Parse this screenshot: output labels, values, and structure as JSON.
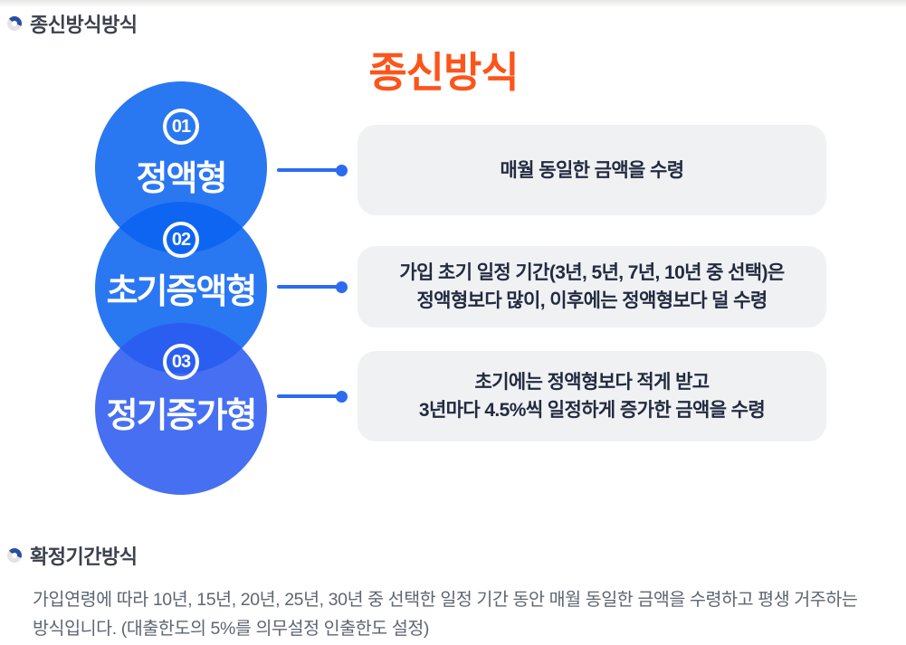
{
  "sections": {
    "lifetime": {
      "heading": "종신방식방식"
    },
    "fixed_term": {
      "heading": "확정기간방식",
      "body_line1": "가입연령에 따라 10년, 15년, 20년, 25년, 30년 중 선택한 일정 기간 동안 매월 동일한 금액을 수령하고 평생 거주하는",
      "body_line2": "방식입니다. (대출한도의 5%를 의무설정 인출한도 설정)"
    }
  },
  "diagram": {
    "title": "종신방식",
    "items": [
      {
        "number": "01",
        "label": "정액형",
        "desc1": "매월 동일한 금액을 수령"
      },
      {
        "number": "02",
        "label": "초기증액형",
        "desc1": "가입 초기 일정 기간(3년, 5년, 7년, 10년 중 선택)은",
        "desc2": "정액형보다 많이, 이후에는 정액형보다 덜 수령"
      },
      {
        "number": "03",
        "label": "정기증가형",
        "desc1": "초기에는 정액형보다 적게 받고",
        "desc2": "3년마다 4.5%씩 일정하게 증가한 금액을 수령"
      }
    ]
  },
  "colors": {
    "title_orange": "#fb551c",
    "circle_blue": "#2e78f5",
    "circle_blue_alt": "#4672f2",
    "overlap_blue": "#2257e2",
    "connector_blue": "#2c6bef",
    "box_background": "#f0f1f3",
    "box_text": "#222b40",
    "heading_text": "#3c414d",
    "body_text": "#5e6672"
  }
}
